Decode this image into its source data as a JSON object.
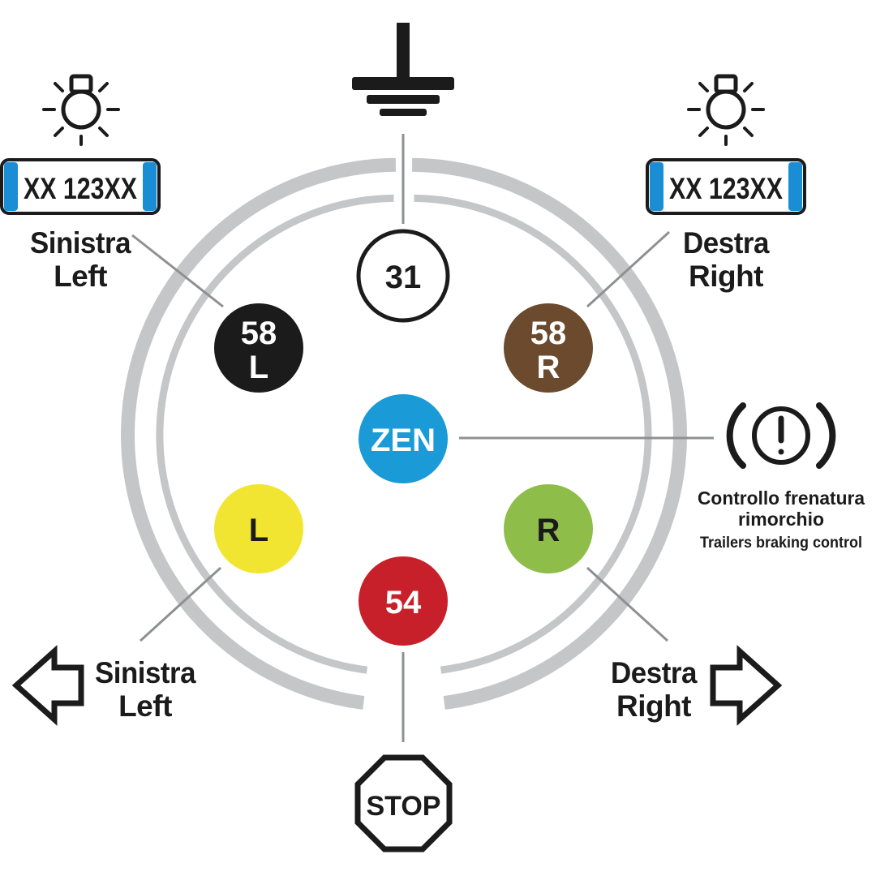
{
  "pins": [
    {
      "id": "31",
      "line1": "31",
      "line2": "",
      "fill": "#ffffff",
      "text_color": "#1b1b1b"
    },
    {
      "id": "58L",
      "line1": "58",
      "line2": "L",
      "fill": "#1b1b1b",
      "text_color": "#ffffff"
    },
    {
      "id": "58R",
      "line1": "58",
      "line2": "R",
      "fill": "#6b4a2e",
      "text_color": "#ffffff"
    },
    {
      "id": "ZEN",
      "line1": "ZEN",
      "line2": "",
      "fill": "#1a9bd7",
      "text_color": "#ffffff"
    },
    {
      "id": "L",
      "line1": "L",
      "line2": "",
      "fill": "#f2e531",
      "text_color": "#1b1b1b"
    },
    {
      "id": "R",
      "line1": "R",
      "line2": "",
      "fill": "#8fbd4a",
      "text_color": "#1b1b1b"
    },
    {
      "id": "54",
      "line1": "54",
      "line2": "",
      "fill": "#c8202a",
      "text_color": "#ffffff"
    }
  ],
  "plates": {
    "left": "XX 123XX",
    "right": "XX 123XX",
    "stripe_color": "#1a8ed4"
  },
  "labels": {
    "pos_left_it": "Sinistra",
    "pos_left_en": "Left",
    "pos_right_it": "Destra",
    "pos_right_en": "Right",
    "turn_left_it": "Sinistra",
    "turn_left_en": "Left",
    "turn_right_it": "Destra",
    "turn_right_en": "Right",
    "brake_it_1": "Controllo frenatura",
    "brake_it_2": "rimorchio",
    "brake_en": "Trailers braking control",
    "stop": "STOP"
  },
  "icons": {
    "ground": "ground-icon",
    "position_light_left": "light-bulb-icon",
    "position_light_right": "light-bulb-icon",
    "brake_warning": "brake-warning-icon",
    "turn_left": "arrow-left-icon",
    "turn_right": "arrow-right-icon",
    "stop": "stop-sign-icon"
  },
  "colors": {
    "ring": "#c4c6c8",
    "line": "#8e9092",
    "ink": "#1b1b1b"
  }
}
